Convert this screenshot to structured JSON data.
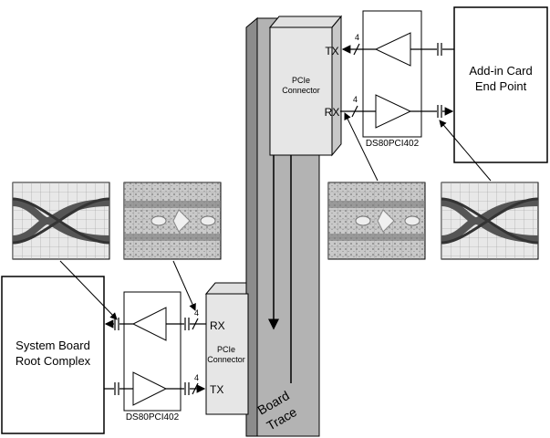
{
  "blocks": {
    "root_complex": [
      "System Board",
      "Root Complex"
    ],
    "end_point": [
      "Add-in Card",
      "End Point"
    ]
  },
  "connectors": {
    "top": [
      "PCIe",
      "Connector"
    ],
    "bottom": [
      "PCIe",
      "Connector"
    ]
  },
  "buffers": {
    "top": "DS80PCI402",
    "bottom": "DS80PCI402"
  },
  "ports": {
    "top_tx": "TX",
    "top_rx": "RX",
    "bottom_rx": "RX",
    "bottom_tx": "TX"
  },
  "lanes": {
    "top_tx": "4",
    "top_rx": "4",
    "bottom_rx": "4",
    "bottom_tx": "4"
  },
  "board_trace": [
    "Board",
    "Trace"
  ],
  "colors": {
    "board_face": "#b3b3b3",
    "board_side": "#8c8c8c",
    "connector_face": "#e6e6e6",
    "connector_side": "#c8c8c8",
    "eye_bg": "#d0d0d0",
    "eye_trace": "#555555"
  }
}
